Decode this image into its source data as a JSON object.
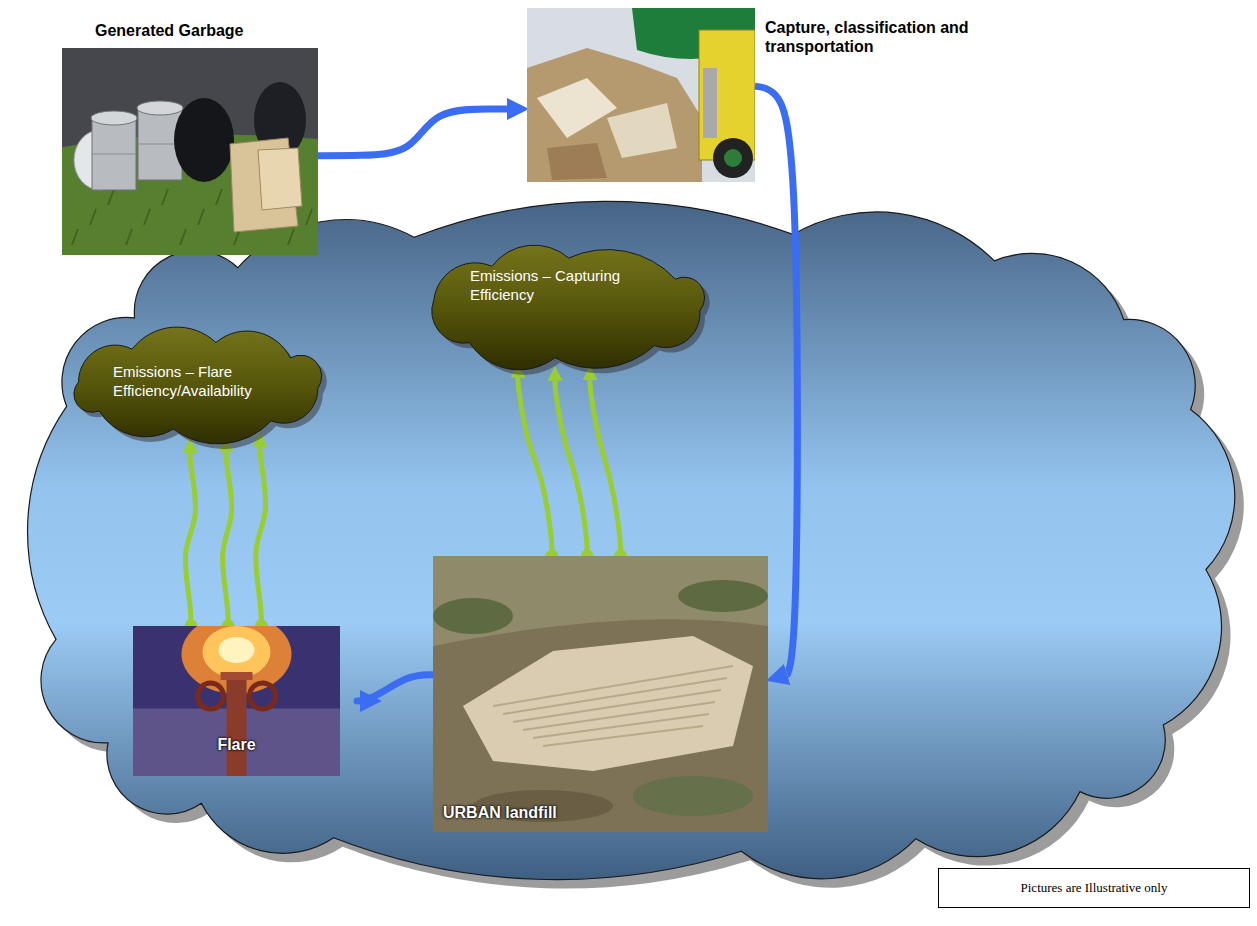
{
  "diagram": {
    "nodes": [
      {
        "text": [
          "Generated Garbage"
        ]
      },
      {
        "text": [
          "Capture, classification and transportation"
        ]
      },
      {
        "text": [
          "Emissions – Flare Efficiency/Availability"
        ]
      },
      {
        "text": [
          "Emissions – Capturing Efficiency"
        ]
      },
      {
        "text": [
          "Flare"
        ]
      },
      {
        "text": [
          "URBAN landfill"
        ]
      },
      {
        "text": [
          "Pictures are Illustrative only"
        ]
      }
    ],
    "edges": [
      {
        "from": 0,
        "to": 1,
        "arrow": "to"
      },
      {
        "from": 1,
        "to": 5,
        "arrow": "to"
      },
      {
        "from": 5,
        "to": 4,
        "arrow": "to"
      },
      {
        "from": 4,
        "to": 2,
        "arrow": "to"
      },
      {
        "from": 4,
        "to": 2,
        "arrow": "to"
      },
      {
        "from": 4,
        "to": 2,
        "arrow": "to"
      },
      {
        "from": 5,
        "to": 3,
        "arrow": "to"
      },
      {
        "from": 5,
        "to": 3,
        "arrow": "to"
      },
      {
        "from": 5,
        "to": 3,
        "arrow": "to"
      }
    ]
  }
}
